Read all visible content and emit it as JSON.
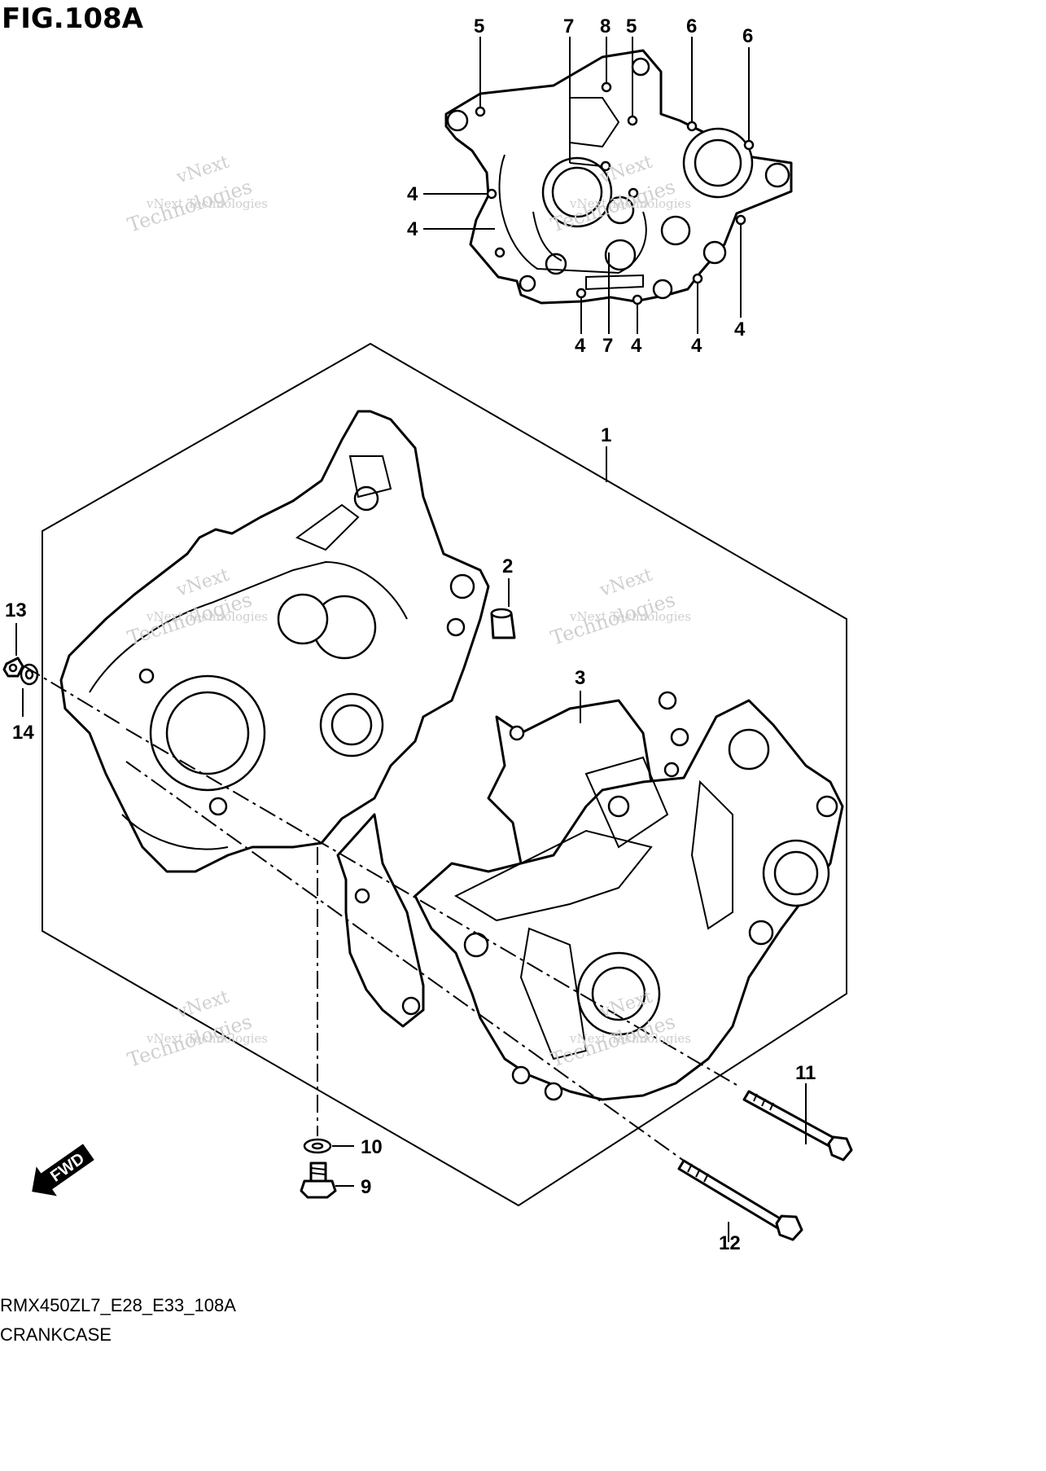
{
  "figure": {
    "title": "FIG.108A",
    "code": "RMX450ZL7_E28_E33_108A",
    "caption": "CRANKCASE"
  },
  "watermark": {
    "line1": "vNext",
    "line2": "vNext Technologies",
    "line3": "Technologies"
  },
  "fwd_label": "FWD",
  "callouts": [
    {
      "id": "c-top-5a",
      "label": "5"
    },
    {
      "id": "c-top-7a",
      "label": "7"
    },
    {
      "id": "c-top-8",
      "label": "8"
    },
    {
      "id": "c-top-5b",
      "label": "5"
    },
    {
      "id": "c-top-6a",
      "label": "6"
    },
    {
      "id": "c-top-6b",
      "label": "6"
    },
    {
      "id": "c-top-4a",
      "label": "4"
    },
    {
      "id": "c-top-4b",
      "label": "4"
    },
    {
      "id": "c-bot-4a",
      "label": "4"
    },
    {
      "id": "c-bot-7",
      "label": "7"
    },
    {
      "id": "c-bot-4b",
      "label": "4"
    },
    {
      "id": "c-bot-4c",
      "label": "4"
    },
    {
      "id": "c-bot-4d",
      "label": "4"
    },
    {
      "id": "c-1",
      "label": "1"
    },
    {
      "id": "c-2",
      "label": "2"
    },
    {
      "id": "c-3",
      "label": "3"
    },
    {
      "id": "c-9",
      "label": "9"
    },
    {
      "id": "c-10",
      "label": "10"
    },
    {
      "id": "c-11",
      "label": "11"
    },
    {
      "id": "c-12",
      "label": "12"
    },
    {
      "id": "c-13",
      "label": "13"
    },
    {
      "id": "c-14",
      "label": "14"
    }
  ]
}
